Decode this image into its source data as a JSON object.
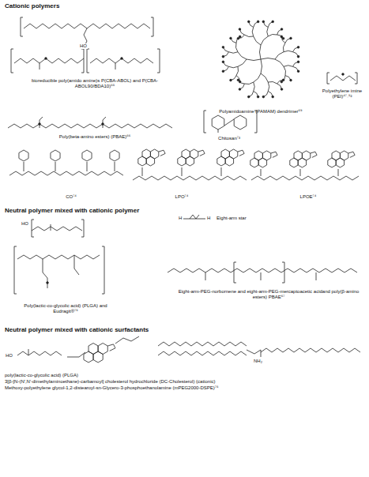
{
  "diagram": {
    "labels": [
      "Cationic polymers",
      "HO",
      "bioreducible poly(amido amine)s P(CBA-ABOL) and P(CBA-ABOL90/BDA10)⁶⁵",
      "Polyamidoamine (PAMAM) dendrimer⁶⁹",
      "Polyethylene imine (PEI)⁴⁷˒⁵²",
      "Poly(beta-amino esters) (PBAE)⁶⁶",
      "Chitosan⁷³",
      "CO⁷⁴",
      "LPO⁷⁴",
      "LPOE⁷⁴",
      "Neutral polymer mixed with cationic polymer",
      "HO",
      "Poly(lactic-co-glycolic acid) (PLGA) and Eudragit®⁷⁵",
      "H",
      "H",
      "Eight-arm star",
      "Eight-arm-PEG-norbornene and eight-arm-PEG-mercaptoacetic acidand poly(β-amino esters) PBAE⁶⁷",
      "Neutral polymer mixed with cationic surfactants",
      "HO",
      "NH₂",
      "poly(lactic-co-glycolic acid) (PLGA)",
      "3[β-[N-(N′,N′-dimethylaminoethane)-carbamoyl] cholesterol hydrochloride (DC-Cholesterol) (cationic)",
      "Methoxy-polyethylene glycol-1,2-distearoyl-sn-Glycero-3-phosphoethanolamine (mPEG2000-DSPE)⁷⁶"
    ]
  }
}
